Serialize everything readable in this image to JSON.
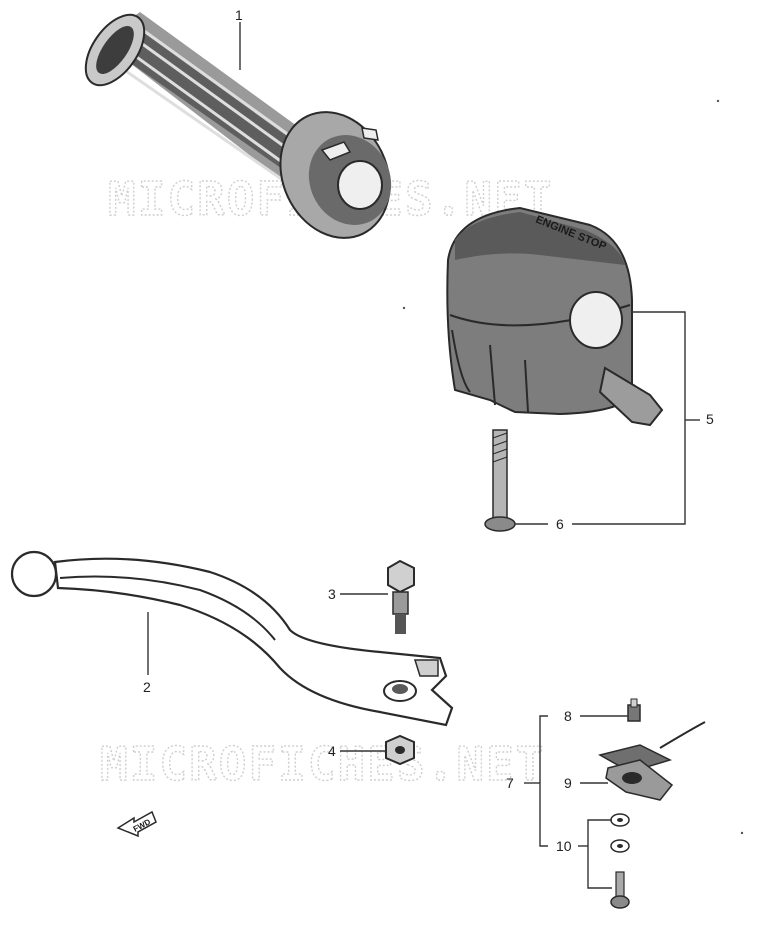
{
  "diagram": {
    "watermark": "MICROFICHES.NET",
    "switch_text": "ENGINE STOP",
    "direction_label": "FWD",
    "callouts": {
      "grip": "1",
      "lever": "2",
      "bolt": "3",
      "nut": "4",
      "switch_assembly": "5",
      "screw": "6",
      "switch_set": "7",
      "terminal": "8",
      "switch_body": "9",
      "washer_set": "10"
    }
  },
  "colors": {
    "ink": "#2a2a2a",
    "shade": "#8c8c8c",
    "watermark": "#cfcfcf"
  }
}
